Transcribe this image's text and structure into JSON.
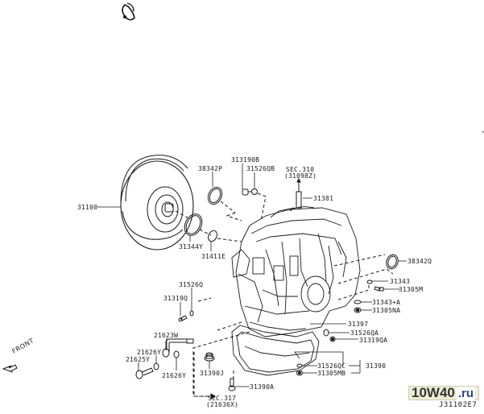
{
  "diagram": {
    "title": "Automatic transmission parts diagram",
    "drawing_code": "J31102E7",
    "watermark": {
      "main": "10W40",
      "suffix": ".ru"
    },
    "direction_label": "FRONT",
    "section_refs": [
      {
        "id": "sec310",
        "line1": "SEC.310",
        "line2": "(31098Z)"
      },
      {
        "id": "sec317",
        "line1": "SEC.317",
        "line2": "(21636X)"
      }
    ],
    "parts": {
      "p31100": "31100",
      "p38342P": "38342P",
      "p313190B": "313190B",
      "p31526QB": "31526QB",
      "p31381": "31381",
      "p31344Y": "31344Y",
      "p31411E": "31411E",
      "p38342Q": "38342Q",
      "p31343": "31343",
      "p31305M": "31305M",
      "p31343A": "31343+A",
      "p31305NA": "31305NA",
      "p31397": "31397",
      "p31526QA": "31526QA",
      "p31319QA": "31319QA",
      "p31526Q": "31526Q",
      "p31319Q": "31319Q",
      "p21623W": "21623W",
      "p21626Y_a": "21626Y",
      "p21625Y": "21625Y",
      "p21626Y_b": "21626Y",
      "p31390J": "31390J",
      "p31390A": "31390A",
      "p31526QC": "31526QC",
      "p31305MB": "31305MB",
      "p31390": "31390"
    }
  },
  "colors": {
    "line": "#1a1a1a",
    "background": "#ffffff",
    "watermark_bg": "#ededd6"
  }
}
